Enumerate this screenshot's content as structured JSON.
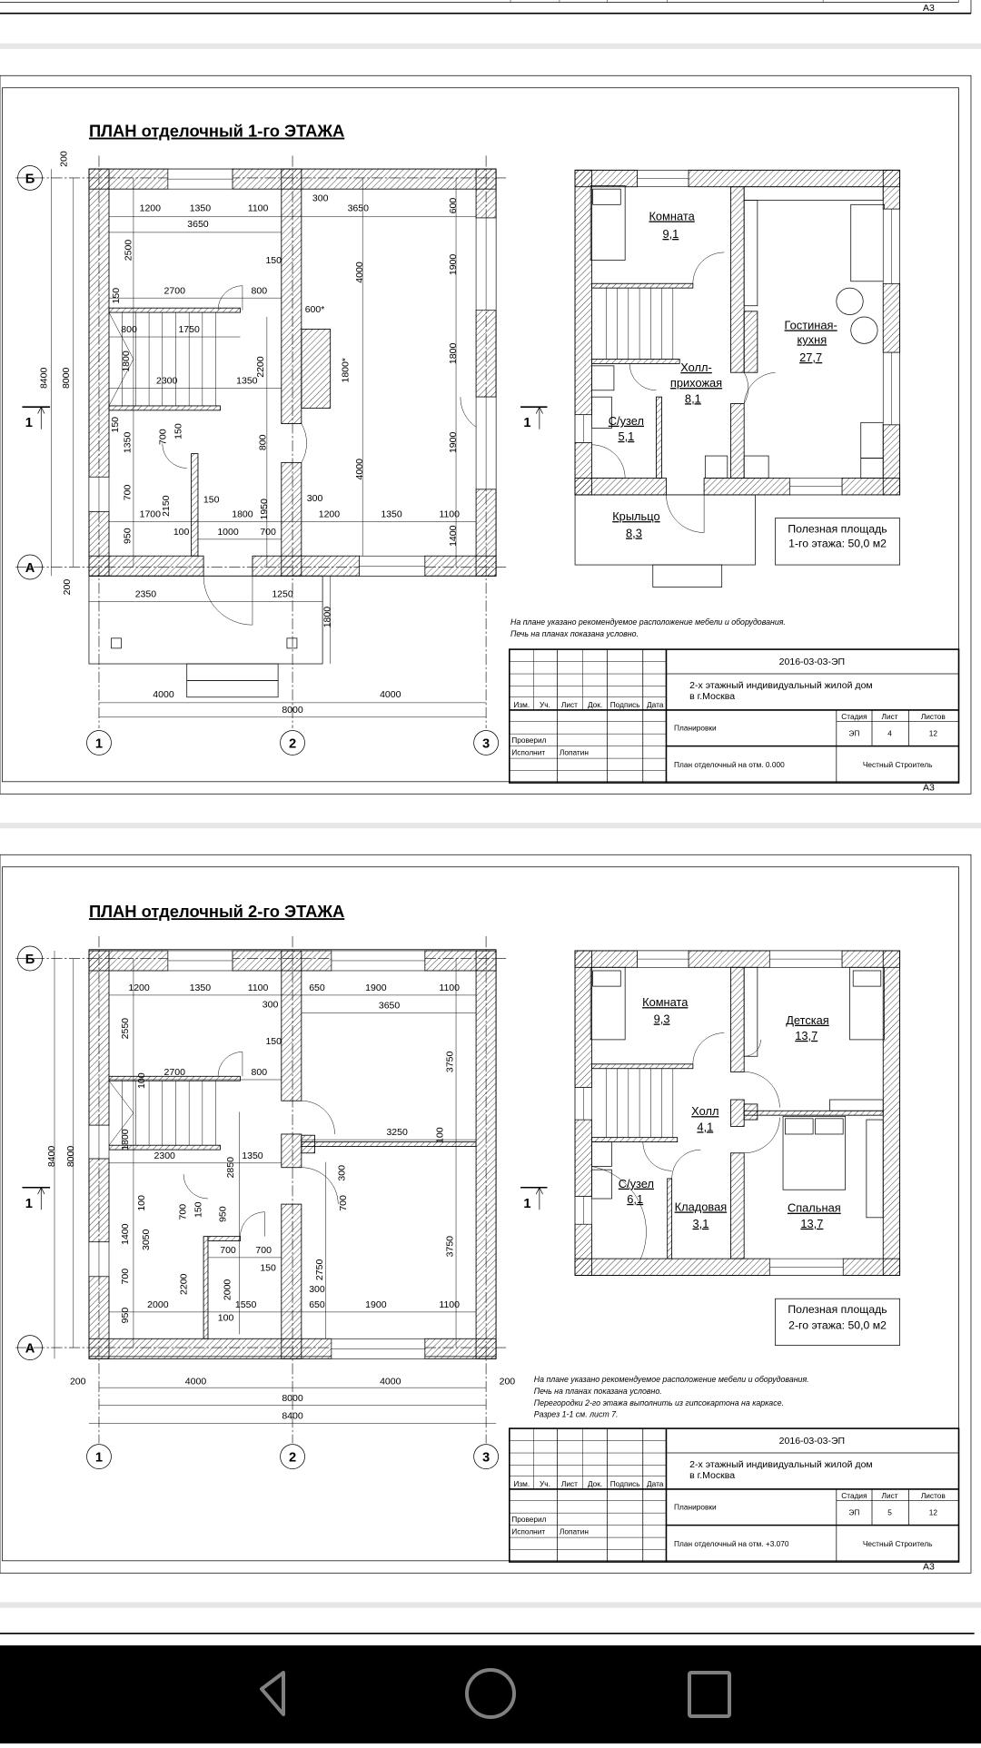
{
  "top_sheet": {
    "format": "A3"
  },
  "sheets": [
    {
      "plan_title": "ПЛАН отделочный 1-го ЭТАЖА",
      "axes": {
        "rows": [
          "Б",
          "А"
        ],
        "cols": [
          "1",
          "2",
          "3"
        ]
      },
      "section_mark": "1",
      "dims": [
        "200",
        "1200",
        "1350",
        "1100",
        "300",
        "3650",
        "600",
        "3650",
        "2500",
        "150",
        "1900",
        "4000",
        "2700",
        "800",
        "150",
        "600*",
        "800",
        "1750",
        "1800",
        "2200",
        "1800*",
        "1800",
        "2300",
        "1350",
        "8400",
        "8000",
        "150",
        "1350",
        "700",
        "150",
        "800",
        "1900",
        "4000",
        "700",
        "2150",
        "1950",
        "150",
        "300",
        "1700",
        "1800",
        "1200",
        "1350",
        "1100",
        "1400",
        "950",
        "100",
        "1000",
        "700",
        "200",
        "2350",
        "1250",
        "1800",
        "4000",
        "4000",
        "8000"
      ],
      "rooms": [
        {
          "name": "Комната",
          "area": "9,1"
        },
        {
          "name": "Гостиная-",
          "name2": "кухня",
          "area": "27,7"
        },
        {
          "name": "Холл-",
          "name2": "прихожая",
          "area": "8,1"
        },
        {
          "name": "С/узел",
          "area": "5,1"
        },
        {
          "name": "Крыльцо",
          "area": "8,3"
        }
      ],
      "area_box": [
        "Полезная площадь",
        "1-го этажа: 50,0 м2"
      ],
      "notes": [
        "На плане указано рекомендуемое расположение мебели и оборудования.",
        "Печь на планах показана условно."
      ],
      "title_block": {
        "code": "2016-03-03-ЭП",
        "project": [
          "2-х этажный индивидуальный жилой дом",
          "в г.Москва"
        ],
        "headers": [
          "Изм.",
          "Уч.",
          "Лист",
          "Док.",
          "Подпись",
          "Дата"
        ],
        "checked_label": "Проверил",
        "executor_label": "Исполнит",
        "executor_name": "Лопатин",
        "section": "Планировки",
        "stage_headers": [
          "Стадия",
          "Лист",
          "Листов"
        ],
        "stage": "ЭП",
        "sheet": "4",
        "sheets_total": "12",
        "drawing_name": "План отделочный на отм. 0.000",
        "company": "Честный Строитель"
      },
      "format": "A3"
    },
    {
      "plan_title": "ПЛАН отделочный 2-го ЭТАЖА",
      "axes": {
        "rows": [
          "Б",
          "А"
        ],
        "cols": [
          "1",
          "2",
          "3"
        ]
      },
      "section_mark": "1",
      "dims": [
        "1200",
        "1350",
        "1100",
        "650",
        "1900",
        "1100",
        "300",
        "3650",
        "2550",
        "150",
        "3750",
        "2700",
        "800",
        "100",
        "3250",
        "100",
        "1800",
        "2300",
        "1350",
        "2850",
        "300",
        "8400",
        "8000",
        "100",
        "700",
        "150",
        "950",
        "700",
        "1400",
        "3050",
        "700",
        "700",
        "150",
        "2750",
        "3750",
        "700",
        "2200",
        "2000",
        "300",
        "2000",
        "1550",
        "650",
        "1900",
        "1100",
        "950",
        "100",
        "200",
        "4000",
        "4000",
        "200",
        "8000",
        "8400"
      ],
      "rooms": [
        {
          "name": "Комната",
          "area": "9,3"
        },
        {
          "name": "Детская",
          "area": "13,7"
        },
        {
          "name": "Холл",
          "area": "4,1"
        },
        {
          "name": "С/узел",
          "area": "6,1"
        },
        {
          "name": "Кладовая",
          "area": "3,1"
        },
        {
          "name": "Спальная",
          "area": "13,7"
        }
      ],
      "area_box": [
        "Полезная площадь",
        "2-го этажа: 50,0 м2"
      ],
      "notes": [
        "На плане указано рекомендуемое расположение мебели и оборудования.",
        "Печь на планах показана условно.",
        "Перегородки 2-го этажа выполнить из гипсокартона на каркасе.",
        "Разрез 1-1 см. лист 7."
      ],
      "title_block": {
        "code": "2016-03-03-ЭП",
        "project": [
          "2-х этажный индивидуальный жилой дом",
          "в г.Москва"
        ],
        "headers": [
          "Изм.",
          "Уч.",
          "Лист",
          "Док.",
          "Подпись",
          "Дата"
        ],
        "checked_label": "Проверил",
        "executor_label": "Исполнит",
        "executor_name": "Лопатин",
        "section": "Планировки",
        "stage_headers": [
          "Стадия",
          "Лист",
          "Листов"
        ],
        "stage": "ЭП",
        "sheet": "5",
        "sheets_total": "12",
        "drawing_name": "План отделочный на отм. +3.070",
        "company": "Честный Строитель"
      },
      "format": "A3"
    }
  ],
  "nav": {
    "icons": [
      "back-icon",
      "home-icon",
      "recents-icon"
    ],
    "icon_color": "#808080",
    "bar_color": "#000000",
    "separator_color": "#e6e6e6"
  }
}
